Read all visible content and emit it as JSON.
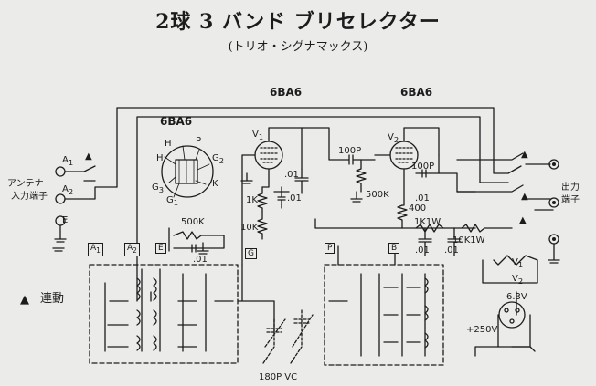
{
  "header": {
    "title": "2球 3 バンド ブリセレクター",
    "subtitle": "(トリオ・シグナマックス)"
  },
  "labels": {
    "tube_top_left": "6BA6",
    "tube_top_right": "6BA6",
    "tube_base_name": "6BA6",
    "pin_h1": "H",
    "pin_p": "P",
    "pin_h2": "H",
    "pin_g2": "G",
    "pin_g2_sub": "2",
    "pin_g3": "G",
    "pin_g3_sub": "3",
    "pin_k": "K",
    "pin_g1": "G",
    "pin_g1_sub": "1",
    "v1": "V",
    "v1_sub": "1",
    "v2": "V",
    "v2_sub": "2",
    "antenna_a1": "A",
    "antenna_a1_sub": "1",
    "antenna_a2": "A",
    "antenna_a2_sub": "2",
    "antenna_e": "E",
    "antenna_terminal_1": "アンテナ",
    "antenna_terminal_2": "入力端子",
    "output_terminal_1": "出力",
    "output_terminal_2": "端子",
    "ganged_marker": "▲",
    "ganged_text": "連動",
    "cap_01_a": ".01",
    "cap_01_b": ".01",
    "cap_01_c": ".01",
    "cap_01_d": ".01",
    "cap_01_e": ".01",
    "cap_01_f": ".01",
    "cap_100p_a": "100P",
    "cap_100p_b": "100P",
    "res_500k_a": "500K",
    "res_500k_b": "500K",
    "res_1k": "1K",
    "res_10k": "10K",
    "res_400": "400",
    "res_1k1w": "1K1W",
    "res_10k1w": "10K1W",
    "var_cap": "180P VC",
    "heater_v1": "V",
    "heater_v1_sub": "1",
    "heater_v2": "V",
    "heater_v2_sub": "2",
    "heater_63v": "6.3V",
    "supply_250v": "+250V",
    "box_a1": "A",
    "box_a1_sub": "1",
    "box_a2": "A",
    "box_a2_sub": "2",
    "box_e": "E",
    "box_g": "G",
    "box_p": "P",
    "box_b": "B",
    "sw_mark_1": "▲",
    "sw_mark_2": "▲",
    "sw_mark_3": "▲",
    "sw_mark_4": "▲"
  },
  "colors": {
    "ink": "#1c1c1c",
    "paper": "#ebebea"
  }
}
